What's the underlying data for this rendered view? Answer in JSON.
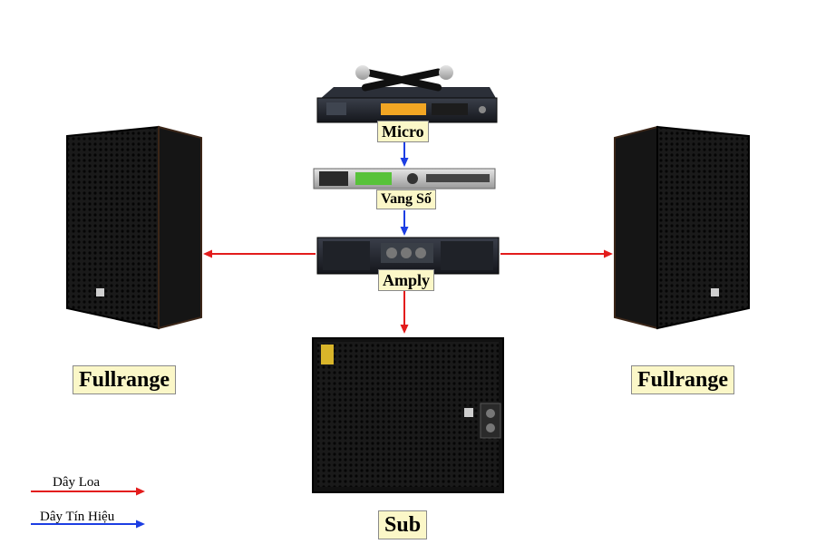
{
  "devices": {
    "micro": {
      "label": "Micro"
    },
    "vang_so": {
      "label": "Vang Số"
    },
    "amply": {
      "label": "Amply"
    },
    "fullrange_left": {
      "label": "Fullrange"
    },
    "fullrange_right": {
      "label": "Fullrange"
    },
    "sub": {
      "label": "Sub"
    }
  },
  "legend": {
    "speaker_wire": {
      "label": "Dây Loa",
      "color": "#e31c1c"
    },
    "signal_wire": {
      "label": "Dây Tín Hiệu",
      "color": "#1c3ee3"
    }
  },
  "connections": [
    {
      "from": "micro",
      "to": "vang_so",
      "type": "signal_wire"
    },
    {
      "from": "vang_so",
      "to": "amply",
      "type": "signal_wire"
    },
    {
      "from": "amply",
      "to": "fullrange_left",
      "type": "speaker_wire"
    },
    {
      "from": "amply",
      "to": "fullrange_right",
      "type": "speaker_wire"
    },
    {
      "from": "amply",
      "to": "sub",
      "type": "speaker_wire"
    }
  ]
}
